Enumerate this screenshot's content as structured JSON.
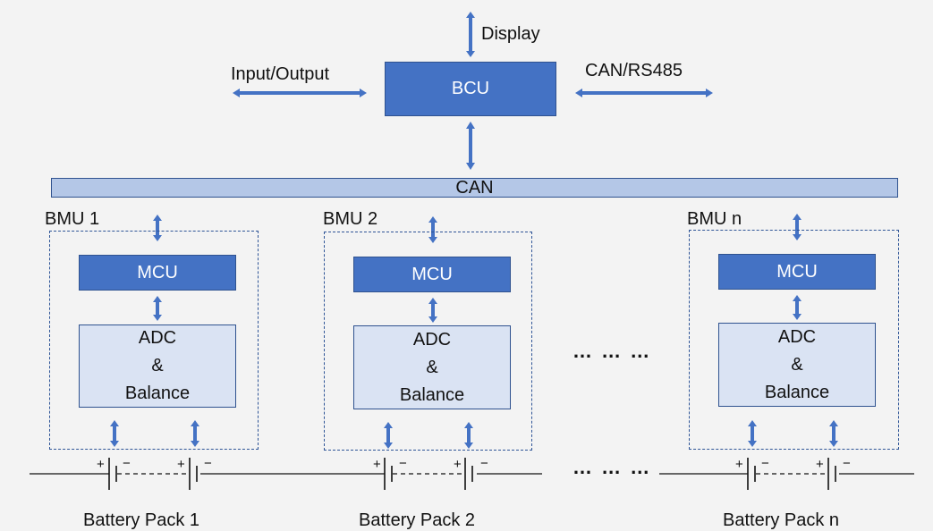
{
  "top": {
    "display": "Display",
    "input_output": "Input/Output",
    "can_rs485": "CAN/RS485",
    "bcu": "BCU",
    "can_bus": "CAN"
  },
  "bmus": [
    {
      "title": "BMU 1",
      "mcu": "MCU",
      "adc": "ADC",
      "amp": "&",
      "balance": "Balance",
      "pack": "Battery Pack 1"
    },
    {
      "title": "BMU 2",
      "mcu": "MCU",
      "adc": "ADC",
      "amp": "&",
      "balance": "Balance",
      "pack": "Battery Pack 2"
    },
    {
      "title": "BMU n",
      "mcu": "MCU",
      "adc": "ADC",
      "amp": "&",
      "balance": "Balance",
      "pack": "Battery Pack n"
    }
  ],
  "ellipsis": "… … …",
  "signs": {
    "plus": "+",
    "minus": "−"
  },
  "colors": {
    "arrow": "#4472c4",
    "box_dark": "#4472c4",
    "box_light": "#dae3f3",
    "bus": "#b4c7e7",
    "border": "#2f528f"
  }
}
